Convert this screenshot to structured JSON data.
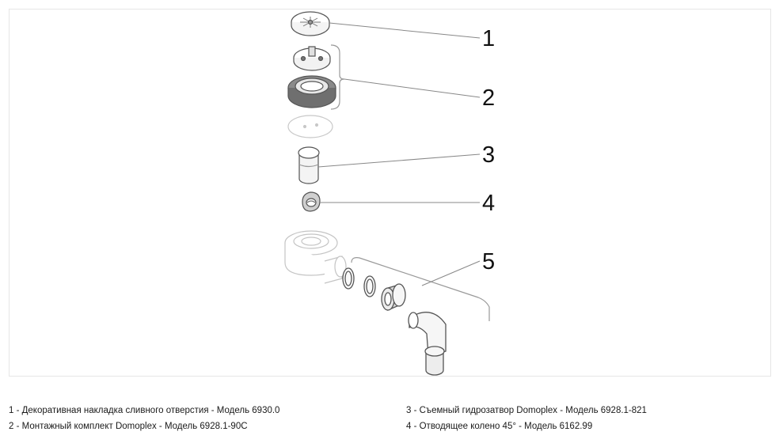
{
  "callouts": [
    "1",
    "2",
    "3",
    "4",
    "5"
  ],
  "legend": {
    "left": [
      "1 - Декоративная накладка сливного отверстия - Модель 6930.0",
      "2 - Монтажный комплект Domoplex - Модель 6928.1-90C"
    ],
    "right": [
      "3 - Съемный гидрозатвор Domoplex - Модель 6928.1-821",
      "4 - Отводящее колено 45° - Модель 6162.99"
    ]
  },
  "colors": {
    "line": "#555555",
    "ghost": "#c8c8c8",
    "gasket": "#6f6f6f"
  }
}
